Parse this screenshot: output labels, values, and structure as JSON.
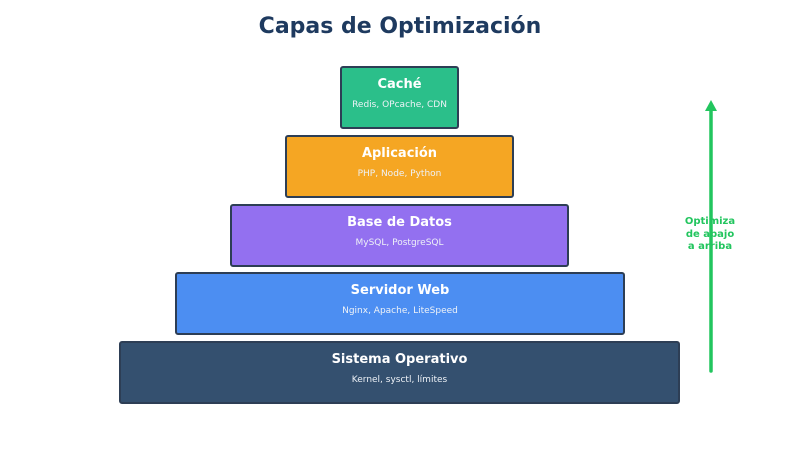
{
  "title": "Capas de Optimización",
  "layers": [
    {
      "name": "Caché",
      "desc": "Redis, OPcache, CDN",
      "color": "#2bbf8a"
    },
    {
      "name": "Aplicación",
      "desc": "PHP, Node, Python",
      "color": "#f5a623"
    },
    {
      "name": "Base de Datos",
      "desc": "MySQL, PostgreSQL",
      "color": "#9370f0"
    },
    {
      "name": "Servidor Web",
      "desc": "Nginx, Apache, LiteSpeed",
      "color": "#4c8ef2"
    },
    {
      "name": "Sistema Operativo",
      "desc": "Kernel, sysctl, límites",
      "color": "#34506f"
    }
  ],
  "arrow": {
    "label": "Optimiza\nde abajo\na arriba",
    "color": "#22c55e"
  }
}
